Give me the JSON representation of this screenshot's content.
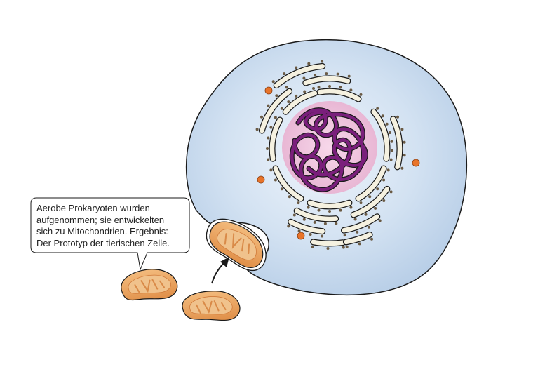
{
  "colors": {
    "cytoplasm": "#c3d6ec",
    "cytoplasm_light": "#eaf1fa",
    "outline": "#1a1a1a",
    "nucleus": "#f0c7df",
    "chromatin": "#7a1f7b",
    "er": "#f5f1e0",
    "ribosome": "#6a5a44",
    "vesicle": "#e8742a",
    "mitochondrion": "#e8a766",
    "mito_inner": "#f0c28c"
  },
  "callout": {
    "lines": [
      "Aerobe Prokaryoten wurden",
      "aufgenommen; sie entwickelten",
      "sich zu Mitochondrien. Ergebnis:",
      "Der Prototyp der tierischen Zelle."
    ]
  }
}
